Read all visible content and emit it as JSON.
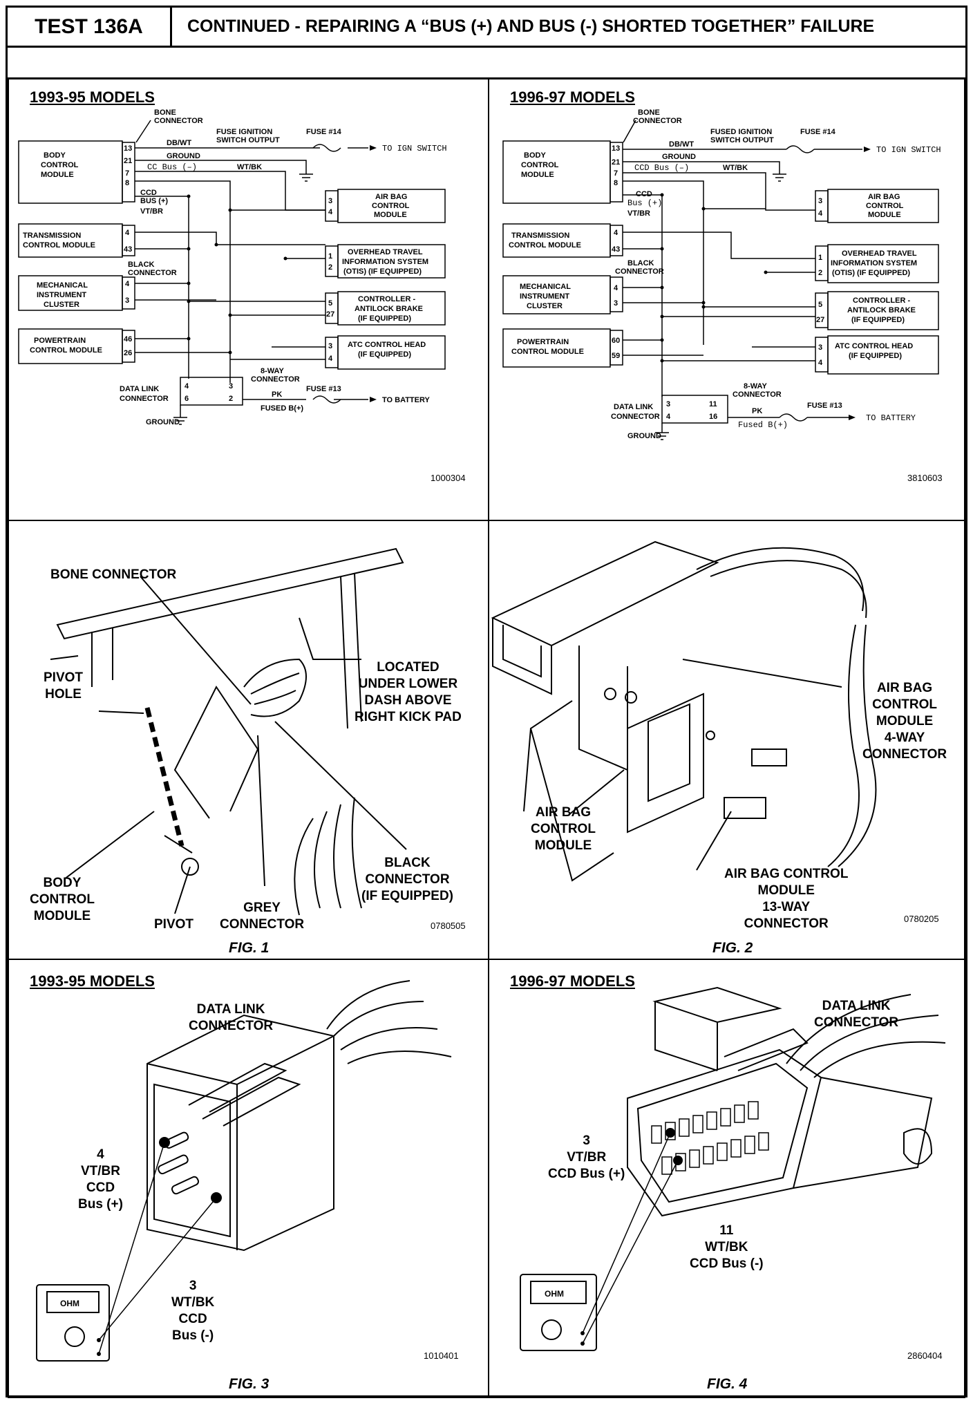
{
  "header": {
    "test_id": "TEST 136A",
    "title": "CONTINUED - REPAIRING A “BUS (+) AND BUS (-) SHORTED TOGETHER” FAILURE"
  },
  "panel_tl": {
    "title": "1993-95 MODELS",
    "code": "1000304",
    "labels": {
      "bone": "BONE",
      "connector": "CONNECTOR",
      "fuse_ign": "FUSE IGNITION",
      "switch_out": "SWITCH OUTPUT",
      "fuse14": "FUSE #14",
      "to_ign": "TO IGN SWITCH",
      "dbwt": "DB/WT",
      "ground": "GROUND",
      "ccd_minus": "CC Bus (–)",
      "wtbk": "WT/BK",
      "ccd": "CCD",
      "bus_plus": "BUS (+)",
      "vtbr": "VT/BR",
      "black": "BLACK",
      "bcm1": "BODY",
      "bcm2": "CONTROL",
      "bcm3": "MODULE",
      "tcm1": "TRANSMISSION",
      "tcm2": "CONTROL MODULE",
      "mic1": "MECHANICAL",
      "mic2": "INSTRUMENT",
      "mic3": "CLUSTER",
      "pcm1": "POWERTRAIN",
      "pcm2": "CONTROL MODULE",
      "abm1": "AIR BAG",
      "abm2": "CONTROL",
      "abm3": "MODULE",
      "otis1": "OVERHEAD TRAVEL",
      "otis2": "INFORMATION SYSTEM",
      "otis3": "(OTIS) (IF EQUIPPED)",
      "cab1": "CONTROLLER -",
      "cab2": "ANTILOCK BRAKE",
      "cab3": "(IF EQUIPPED)",
      "atc1": "ATC CONTROL HEAD",
      "atc2": "(IF EQUIPPED)",
      "eightway": "8-WAY",
      "dlc1": "DATA LINK",
      "dlc2": "CONNECTOR",
      "fuse13": "FUSE #13",
      "pk": "PK",
      "fusedb": "FUSED B(+)",
      "to_bat": "TO BATTERY",
      "pins": [
        "13",
        "21",
        "7",
        "8",
        "4",
        "43",
        "4",
        "3",
        "46",
        "26",
        "3",
        "4",
        "1",
        "2",
        "5",
        "27",
        "3",
        "4",
        "4",
        "6",
        "3",
        "2"
      ]
    }
  },
  "panel_tr": {
    "title": "1996-97 MODELS",
    "code": "3810603",
    "labels": {
      "bone": "BONE",
      "connector": "CONNECTOR",
      "fuse_ign": "FUSED IGNITION",
      "switch_out": "SWITCH OUTPUT",
      "fuse14": "FUSE #14",
      "to_ign": "TO IGN SWITCH",
      "dbwt": "DB/WT",
      "ground": "GROUND",
      "ccd_minus": "CCD Bus (–)",
      "wtbk": "WT/BK",
      "ccd": "CCD",
      "bus_plus": "Bus (+)",
      "vtbr": "VT/BR",
      "black": "BLACK",
      "bcm1": "BODY",
      "bcm2": "CONTROL",
      "bcm3": "MODULE",
      "tcm1": "TRANSMISSION",
      "tcm2": "CONTROL MODULE",
      "mic1": "MECHANICAL",
      "mic2": "INSTRUMENT",
      "mic3": "CLUSTER",
      "pcm1": "POWERTRAIN",
      "pcm2": "CONTROL MODULE",
      "abm1": "AIR BAG",
      "abm2": "CONTROL",
      "abm3": "MODULE",
      "otis1": "OVERHEAD TRAVEL",
      "otis2": "INFORMATION SYSTEM",
      "otis3": "(OTIS) (IF EQUIPPED)",
      "cab1": "CONTROLLER -",
      "cab2": "ANTILOCK BRAKE",
      "cab3": "(IF EQUIPPED)",
      "atc1": "ATC CONTROL HEAD",
      "atc2": "(IF EQUIPPED)",
      "eightway": "8-WAY",
      "dlc1": "DATA LINK",
      "dlc2": "CONNECTOR",
      "fuse13": "FUSE #13",
      "pk": "PK",
      "fusedb": "Fused B(+)",
      "to_bat": "TO BATTERY",
      "pins": [
        "13",
        "21",
        "7",
        "8",
        "4",
        "43",
        "4",
        "3",
        "60",
        "59",
        "3",
        "4",
        "1",
        "2",
        "5",
        "27",
        "3",
        "4",
        "3",
        "4",
        "11",
        "16"
      ]
    }
  },
  "fig1": {
    "caption": "FIG. 1",
    "code": "0780505",
    "bone_connector": "BONE CONNECTOR",
    "pivot_hole": "PIVOT\nHOLE",
    "located": "LOCATED\nUNDER LOWER\nDASH ABOVE\nRIGHT KICK PAD",
    "black_connector": "BLACK\nCONNECTOR\n(IF EQUIPPED)",
    "body_control_module": "BODY\nCONTROL\nMODULE",
    "pivot": "PIVOT",
    "grey_connector": "GREY\nCONNECTOR"
  },
  "fig2": {
    "caption": "FIG. 2",
    "code": "0780205",
    "abm_4way": "AIR BAG\nCONTROL\nMODULE\n4-WAY\nCONNECTOR",
    "abm": "AIR BAG\nCONTROL\nMODULE",
    "abm_13way": "AIR BAG CONTROL\nMODULE\n13-WAY\nCONNECTOR"
  },
  "fig3": {
    "title": "1993-95 MODELS",
    "caption": "FIG. 3",
    "code": "1010401",
    "dlc": "DATA LINK\nCONNECTOR",
    "pin4": "4\nVT/BR\nCCD\nBus (+)",
    "pin3": "3\nWT/BK\nCCD\nBus (-)",
    "meter": "OHM"
  },
  "fig4": {
    "title": "1996-97 MODELS",
    "caption": "FIG. 4",
    "code": "2860404",
    "dlc": "DATA LINK\nCONNECTOR",
    "pin3": "3\nVT/BR\nCCD Bus (+)",
    "pin11": "11\nWT/BK\nCCD Bus (-)",
    "meter": "OHM"
  }
}
